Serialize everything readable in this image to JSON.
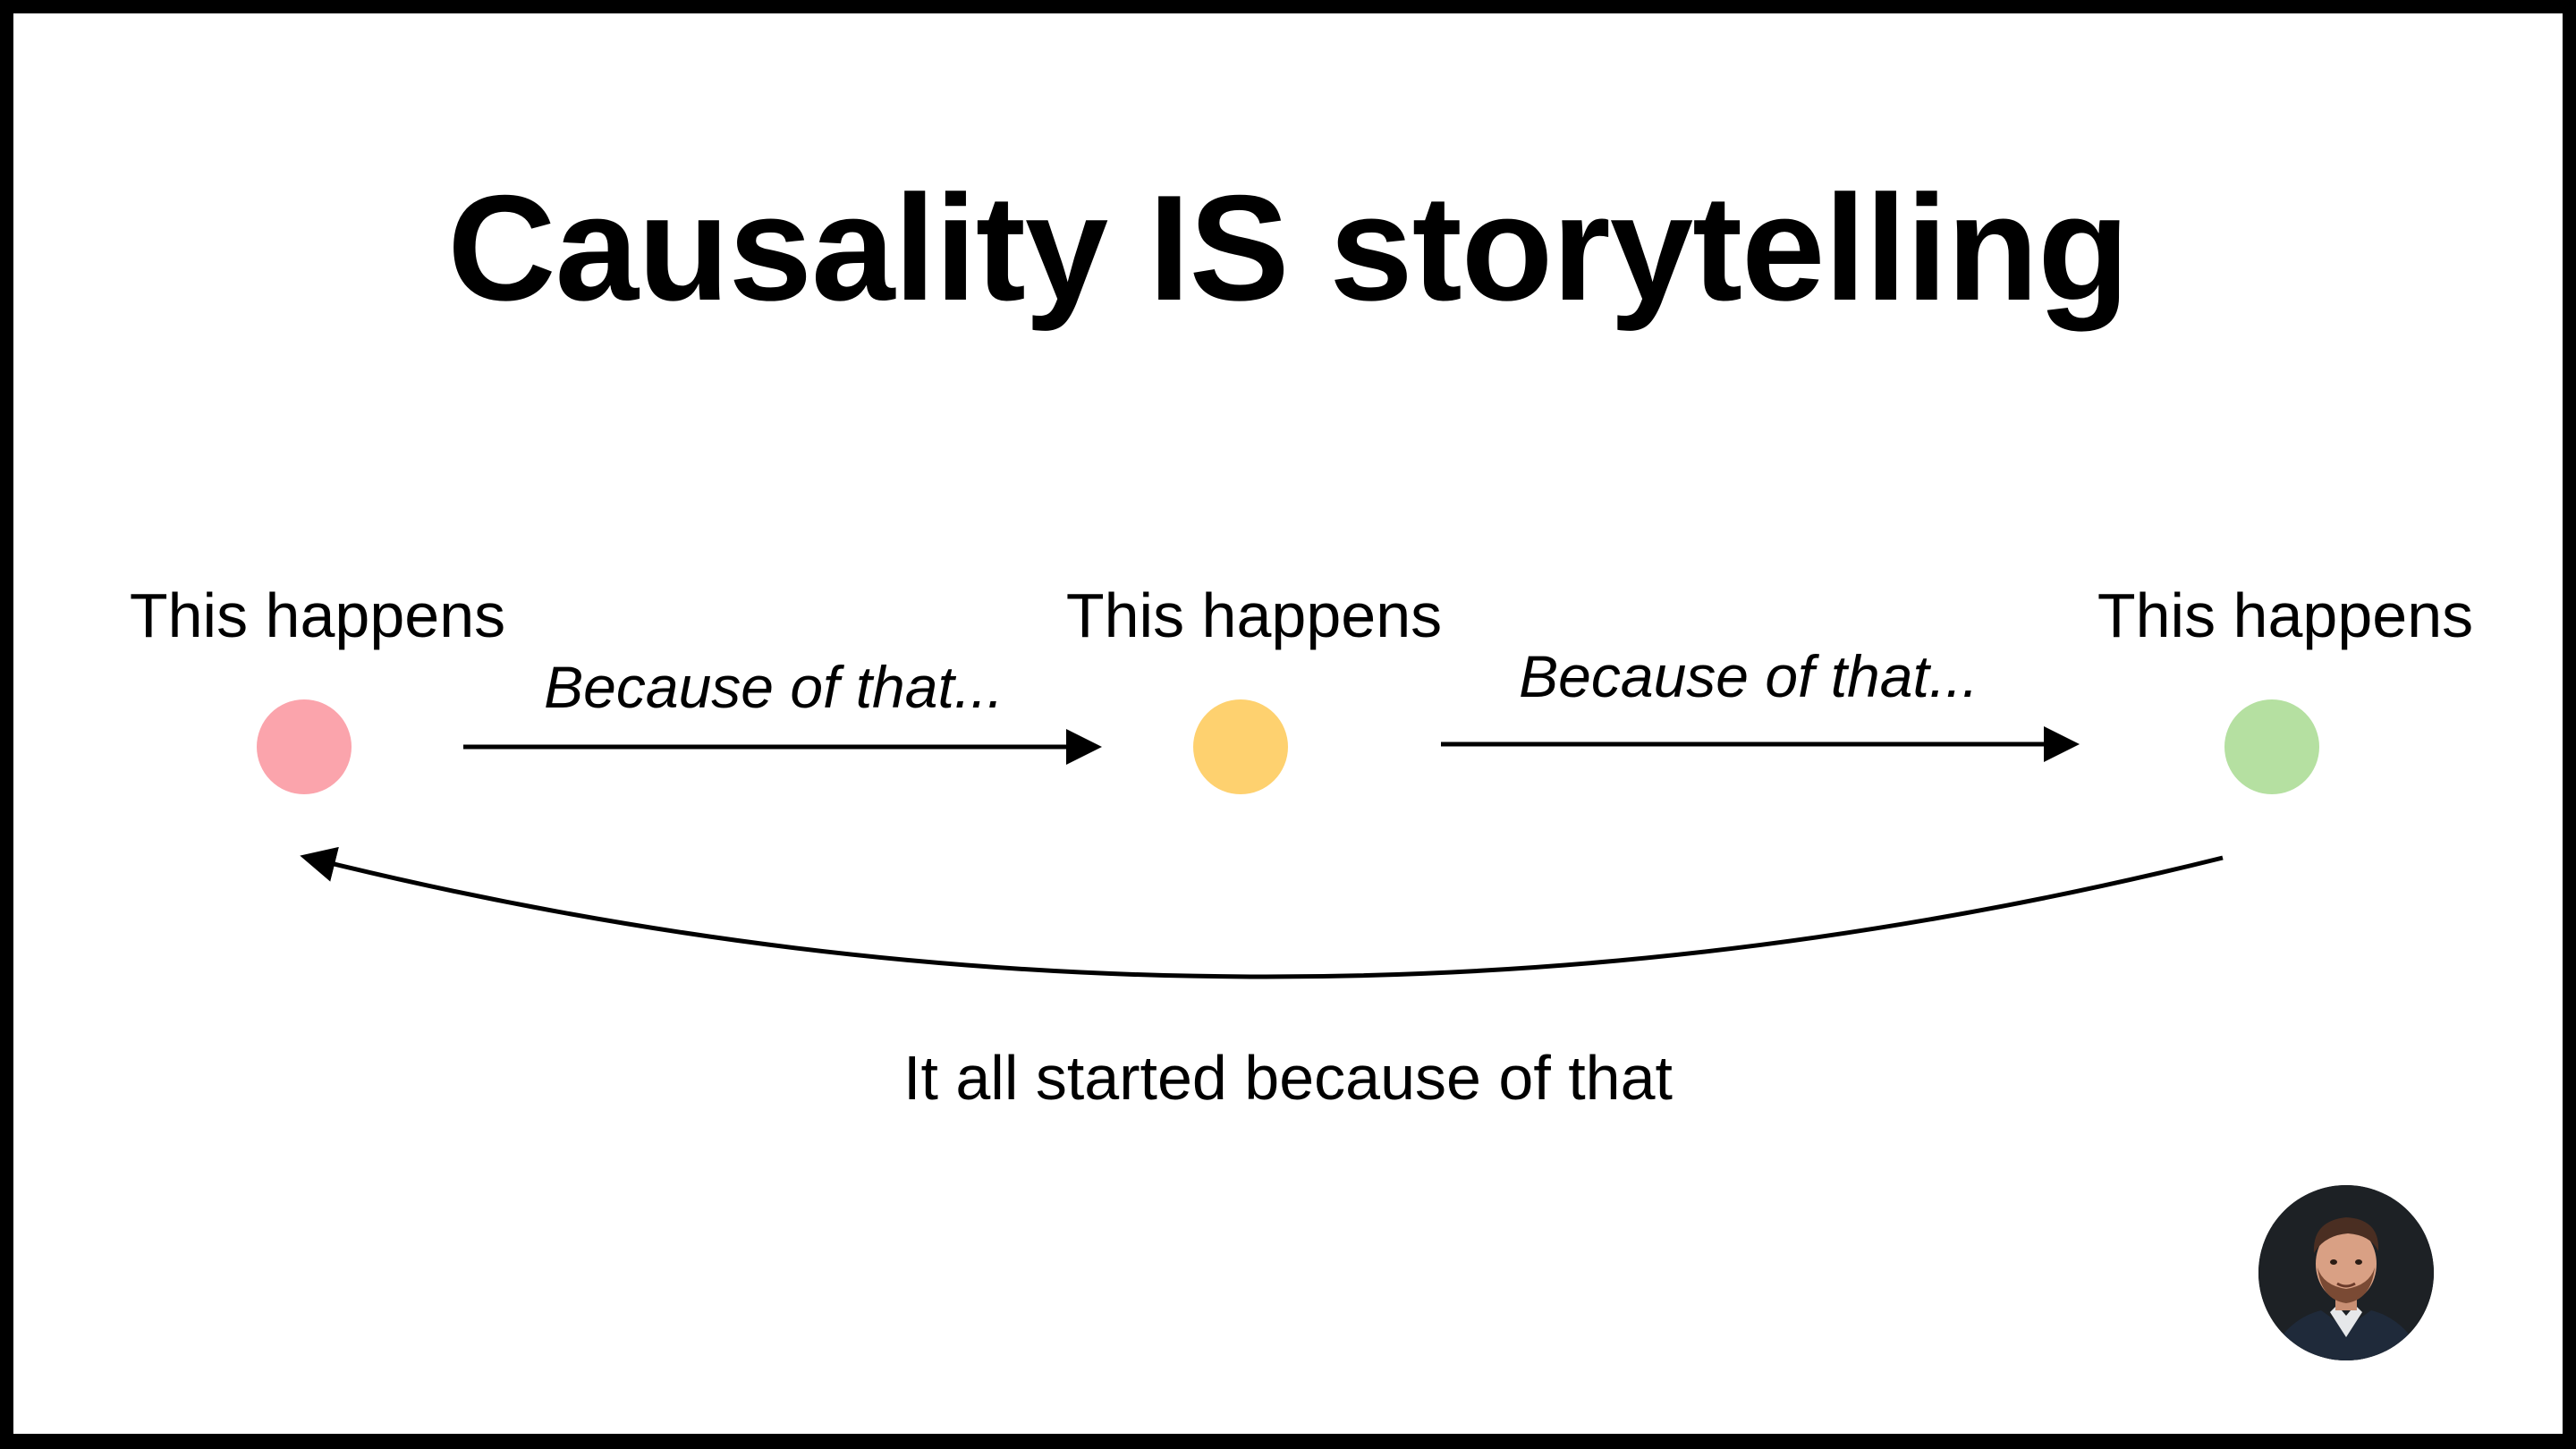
{
  "slide": {
    "title": "Causality IS storytelling"
  },
  "diagram": {
    "nodes": [
      {
        "label": "This happens",
        "color": "#fba4ac"
      },
      {
        "label": "This happens",
        "color": "#fed16f"
      },
      {
        "label": "This happens",
        "color": "#b5e0a1"
      }
    ],
    "edges": [
      {
        "label": "Because of that..."
      },
      {
        "label": "Because of that..."
      }
    ],
    "return_edge": {
      "label": "It all started because of that"
    }
  },
  "avatar": {
    "icon": "presenter-photo"
  }
}
